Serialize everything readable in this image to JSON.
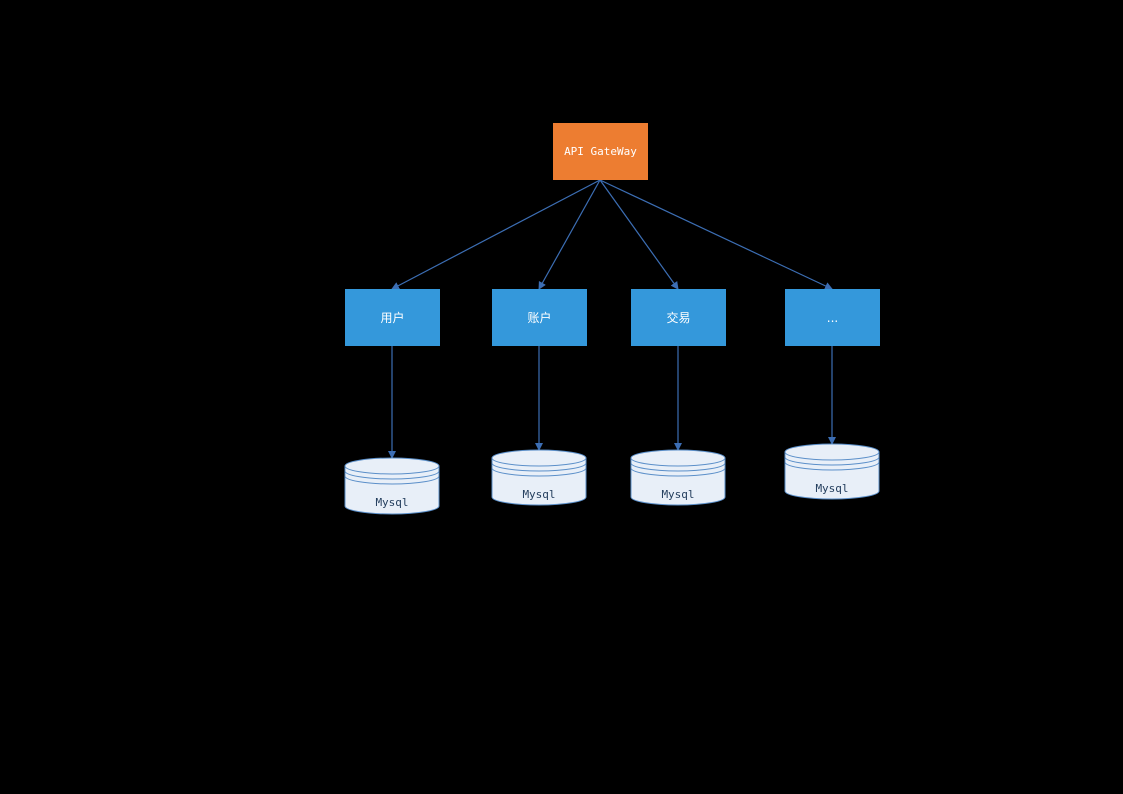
{
  "colors": {
    "background": "#000000",
    "gateway_fill": "#ED7D31",
    "service_fill": "#3498DB",
    "db_fill": "#E8EFF8",
    "db_stroke": "#5B8FC9",
    "edge": "#3C6EB4"
  },
  "gateway": {
    "label": "API GateWay"
  },
  "services": [
    {
      "label": "用户",
      "db_label": "Mysql"
    },
    {
      "label": "账户",
      "db_label": "Mysql"
    },
    {
      "label": "交易",
      "db_label": "Mysql"
    },
    {
      "label": "...",
      "db_label": "Mysql"
    }
  ]
}
